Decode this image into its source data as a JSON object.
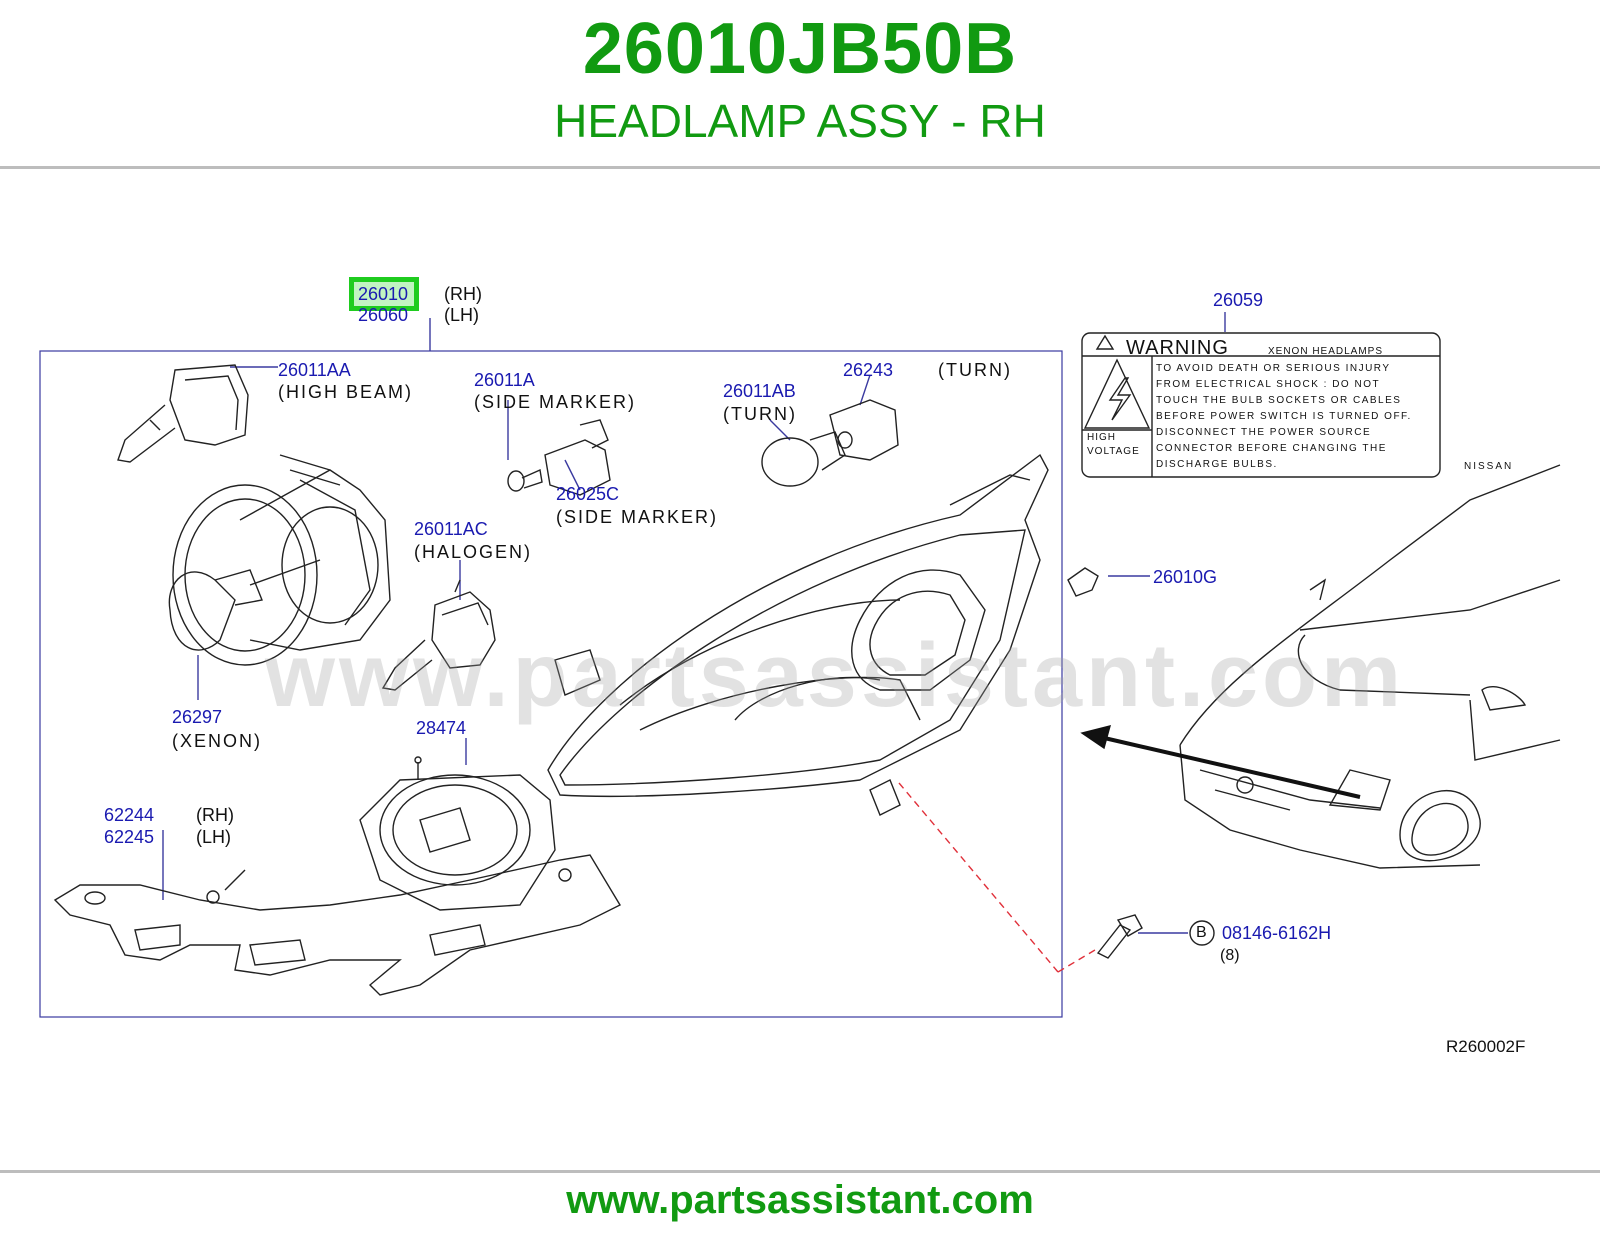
{
  "header": {
    "part_number": "26010JB50B",
    "part_name": "HEADLAMP ASSY - RH"
  },
  "footer": {
    "url": "www.partsassistant.com"
  },
  "watermark": "www.partsassistant.com",
  "colors": {
    "brand_green": "#119a11",
    "callout_blue": "#1a1ab0",
    "highlight_green": "#1fcc1f",
    "leader_red": "#e0303a"
  },
  "callouts": {
    "assy_rh_num": "26010",
    "assy_rh_side": "(RH)",
    "assy_lh_num": "26060",
    "assy_lh_side": "(LH)",
    "high_beam_num": "26011AA",
    "high_beam_desc": "(HIGH  BEAM)",
    "side_marker_bulb_num": "26011A",
    "side_marker_bulb_desc": "(SIDE  MARKER)",
    "turn_bulb_num": "26011AB",
    "turn_bulb_desc": "(TURN)",
    "turn_socket_num": "26243",
    "turn_socket_desc": "(TURN)",
    "side_marker_socket_num": "26025C",
    "side_marker_socket_desc": "(SIDE  MARKER)",
    "halogen_num": "26011AC",
    "halogen_desc": "(HALOGEN)",
    "xenon_num": "26297",
    "xenon_desc": "(XENON)",
    "ballast_num": "28474",
    "bracket_rh_num": "62244",
    "bracket_rh_side": "(RH)",
    "bracket_lh_num": "62245",
    "bracket_lh_side": "(LH)",
    "clip_num": "26010G",
    "label_num": "26059",
    "bolt_symbol": "B",
    "bolt_num": "08146-6162H",
    "bolt_qty": "(8)",
    "diagram_ref": "R260002F"
  },
  "warning_label": {
    "title": "WARNING",
    "subtitle": "XENON   HEADLAMPS",
    "lines": [
      "TO   AVOID   DEATH   OR   SERIOUS   INJURY",
      "FROM   ELECTRICAL   SHOCK  :  DO   NOT",
      "TOUCH   THE   BULB   SOCKETS   OR   CABLES",
      "BEFORE   POWER   SWITCH   IS   TURNED   OFF.",
      "DISCONNECT   THE   POWER   SOURCE",
      "CONNECTOR   BEFORE   CHANGING   THE",
      "DISCHARGE   BULBS."
    ],
    "high": "HIGH",
    "voltage": "VOLTAGE"
  },
  "car_brand": "NISSAN"
}
